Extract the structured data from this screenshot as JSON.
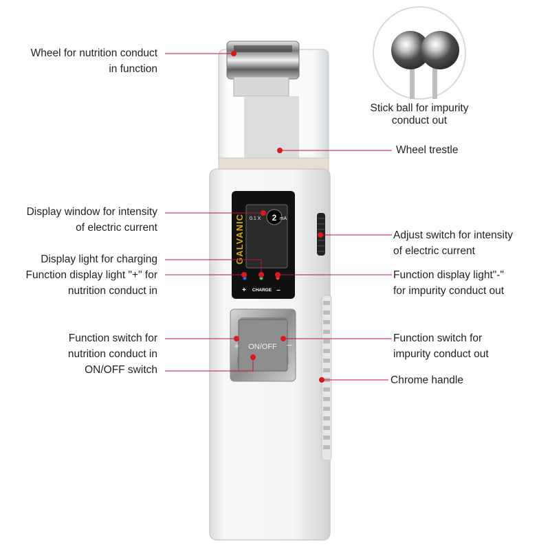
{
  "labels": {
    "wheel_nutrition": [
      "Wheel for nutrition conduct",
      "in function"
    ],
    "stick_ball": [
      "Stick ball for impurity",
      "conduct out"
    ],
    "wheel_trestle": [
      "Wheel trestle"
    ],
    "display_window": [
      "Display window for intensity",
      "of electric current"
    ],
    "adjust_switch": [
      "Adjust switch for intensity",
      "of electric current"
    ],
    "display_light_charging": [
      "Display light for charging"
    ],
    "function_light_plus": [
      "Function display light \"+\" for",
      "nutrition conduct in"
    ],
    "function_light_minus": [
      "Function display light\"-\"",
      "for impurity conduct out"
    ],
    "function_switch_nutrition": [
      "Function switch for",
      "nutrition conduct in",
      "ON/OFF switch"
    ],
    "function_switch_impurity": [
      "Function switch for",
      "impurity conduct out"
    ],
    "chrome_handle": [
      "Chrome handle"
    ]
  },
  "device": {
    "brand": "GALVANIC",
    "multiplier": "0.1 X",
    "level": "2",
    "unit": "mA",
    "charge_label": "CHARGE",
    "plus_sign": "+",
    "minus_sign": "–",
    "button_label": "ON/OFF",
    "button_plus": "+",
    "button_minus": "–"
  },
  "colors": {
    "leader_line": "#c8102e",
    "dot": "#d71920",
    "body": "#f4f4f4",
    "screen": "#111111",
    "text": "#222222"
  }
}
